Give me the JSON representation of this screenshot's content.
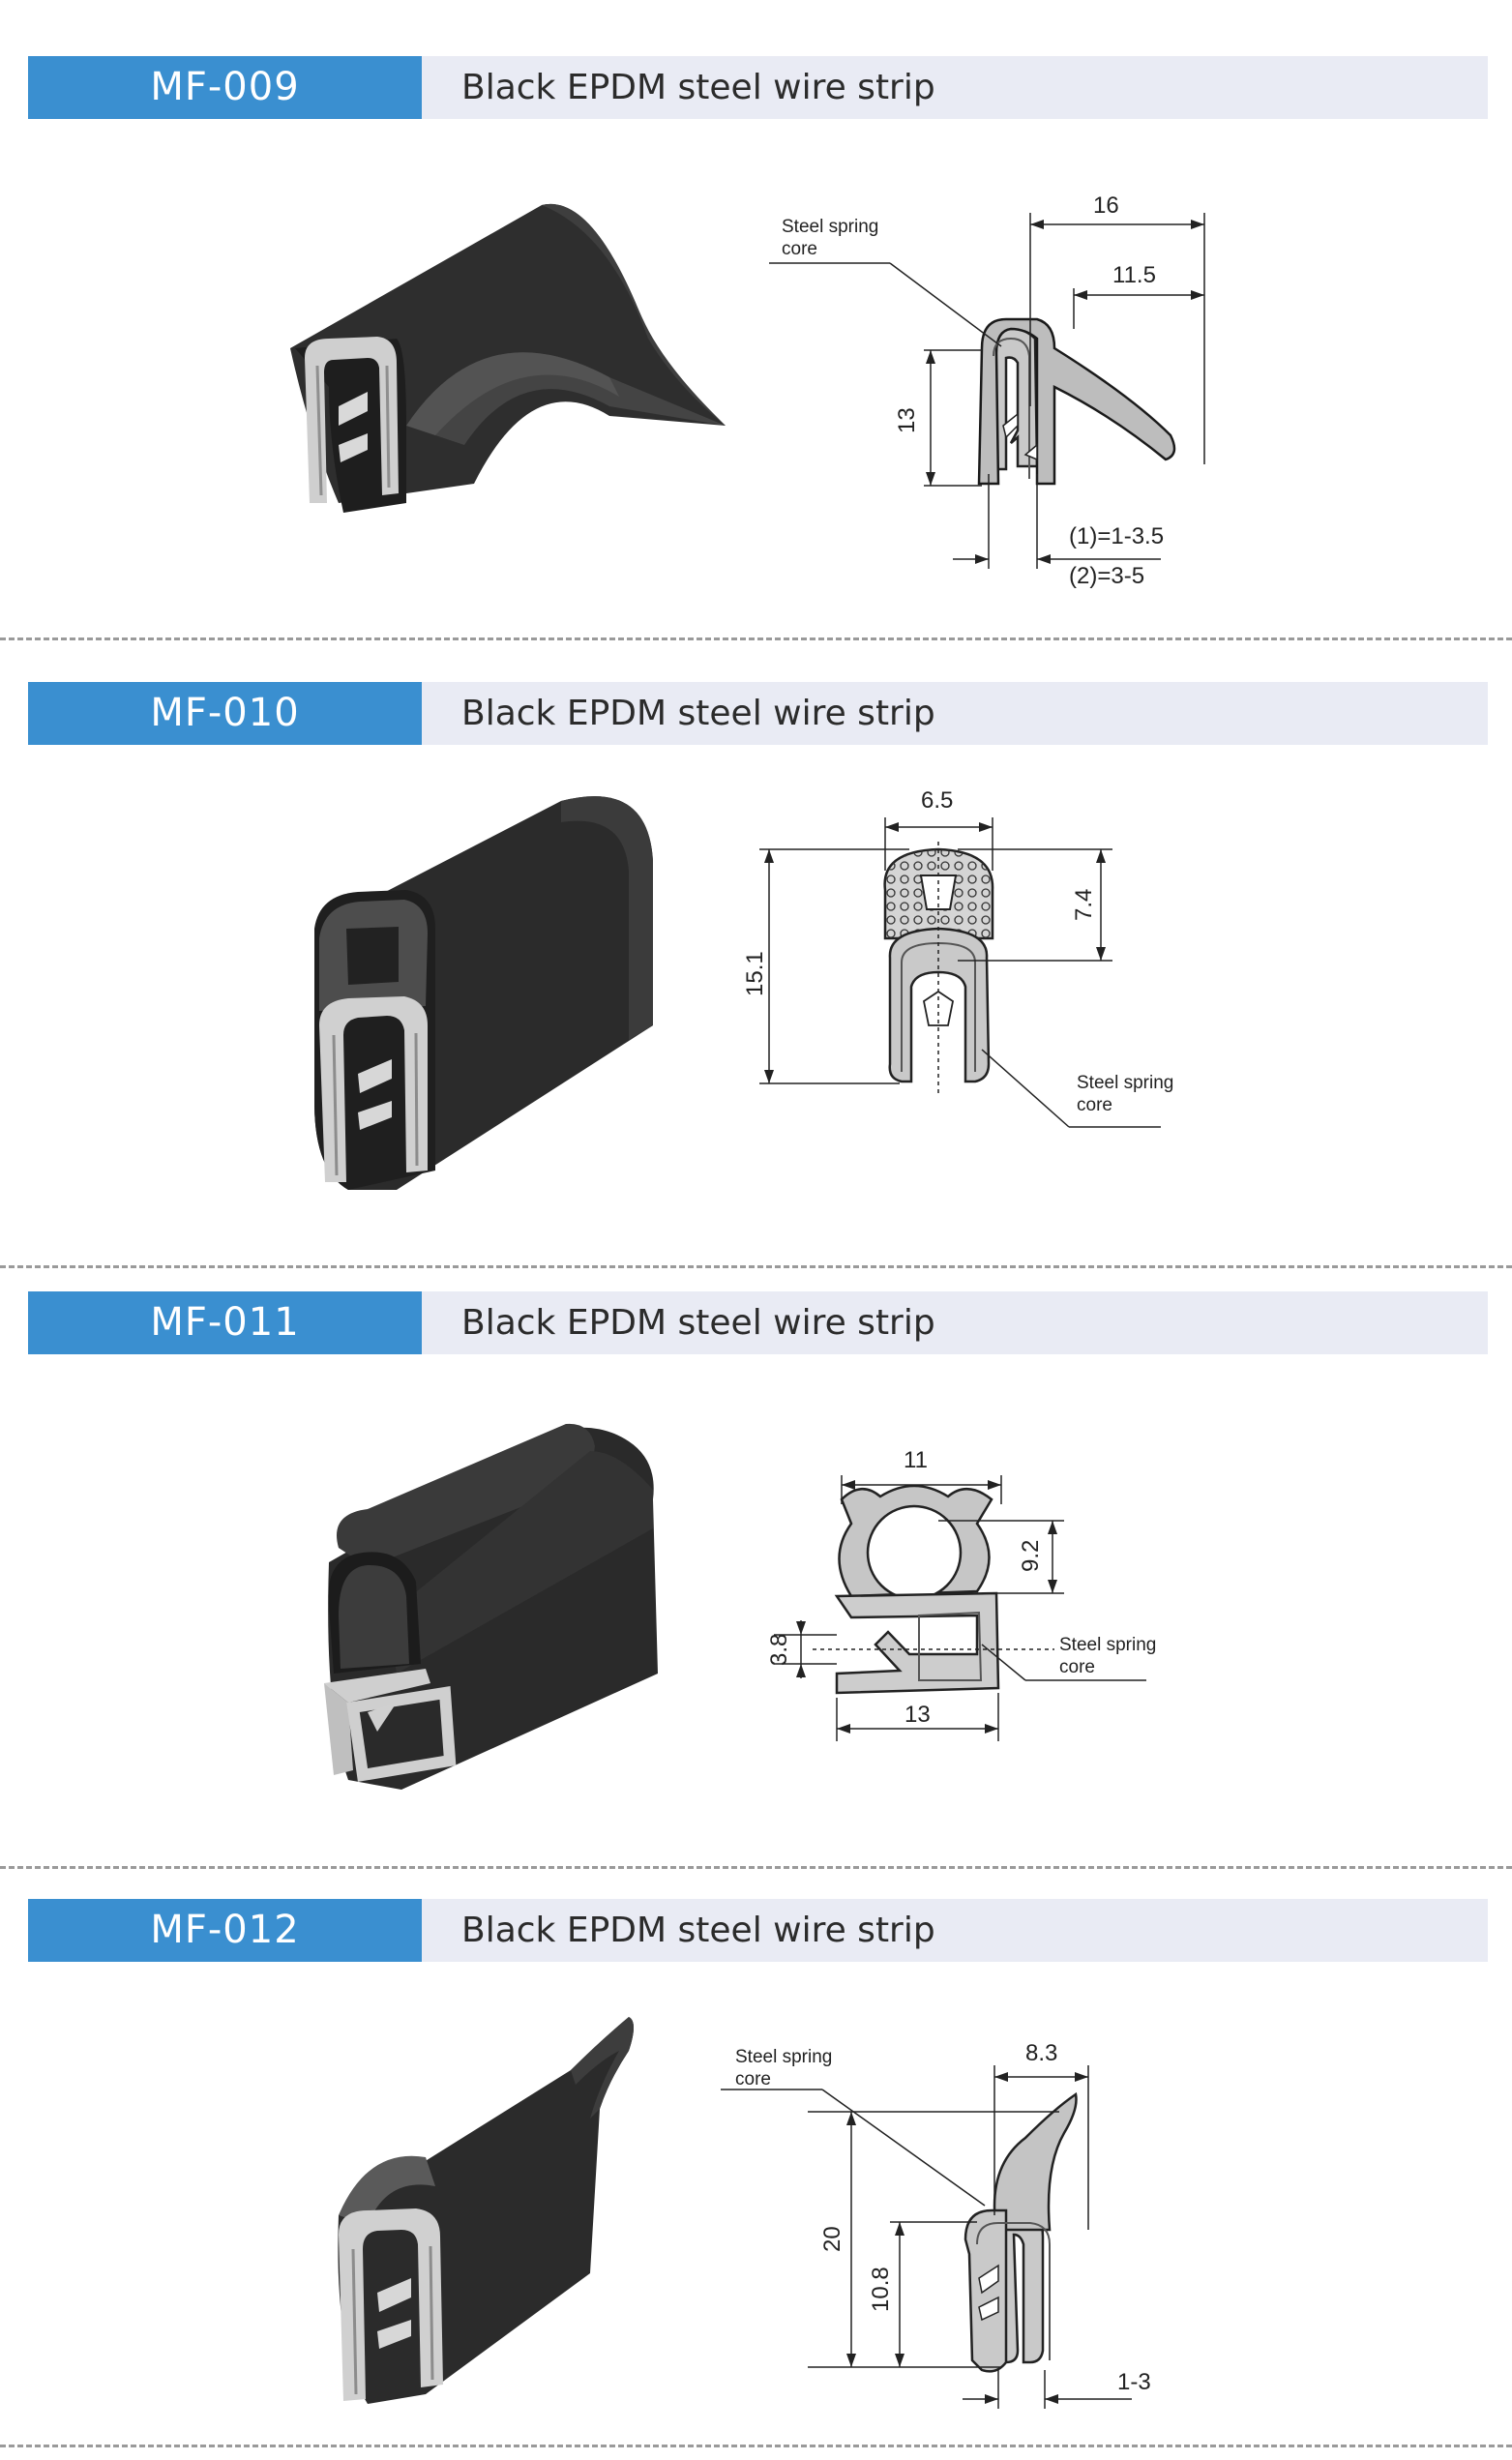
{
  "sections": [
    {
      "code": "MF-009",
      "title": "Black EPDM steel wire strip",
      "drawing": {
        "callout": [
          "Steel spring",
          "core"
        ],
        "dims": [
          "16",
          "11.5",
          "13",
          "(1)=1-3.5",
          "(2)=3-5"
        ]
      }
    },
    {
      "code": "MF-010",
      "title": "Black EPDM steel wire strip",
      "drawing": {
        "callout": [
          "Steel spring",
          "core"
        ],
        "dims": [
          "6.5",
          "15.1",
          "7.4"
        ]
      }
    },
    {
      "code": "MF-011",
      "title": "Black EPDM steel wire strip",
      "drawing": {
        "callout": [
          "Steel spring",
          "core"
        ],
        "dims": [
          "11",
          "9.2",
          "3.8",
          "13"
        ]
      }
    },
    {
      "code": "MF-012",
      "title": "Black EPDM steel wire strip",
      "drawing": {
        "callout": [
          "Steel spring",
          "core"
        ],
        "dims": [
          "8.3",
          "20",
          "10.8",
          "1-3"
        ]
      }
    }
  ]
}
